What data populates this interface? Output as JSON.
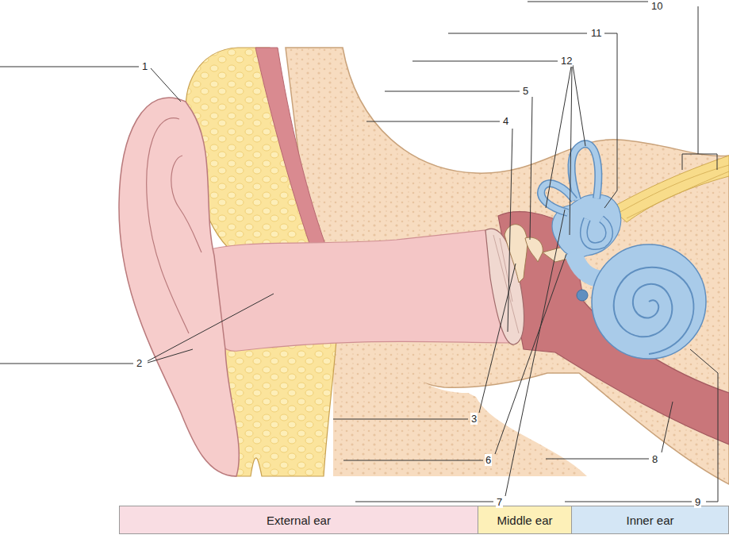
{
  "diagram": {
    "nodes": [
      {
        "text": [
          "External ear"
        ]
      },
      {
        "text": [
          "Middle ear"
        ]
      },
      {
        "text": [
          "Inner ear"
        ]
      }
    ],
    "labels": [
      "1",
      "2",
      "3",
      "4",
      "5",
      "6",
      "7",
      "8",
      "9",
      "10",
      "11",
      "12"
    ]
  }
}
